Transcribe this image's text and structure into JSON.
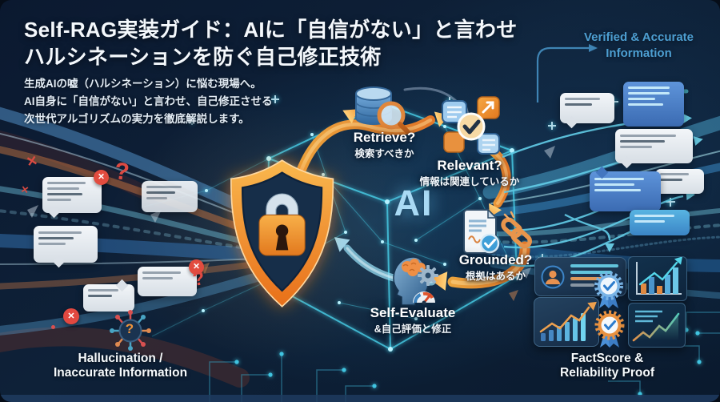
{
  "header": {
    "title_line1": "Self-RAG実装ガイド：AIに「自信がない」と言わせ",
    "title_line2": "ハルシネーションを防ぐ自己修正技術",
    "subtitle_line1": "生成AIの嘘（ハルシネーション）に悩む現場へ。",
    "subtitle_line2": "AI自身に「自信がない」と言わせ、自己修正させる",
    "subtitle_line3": "次世代アルゴリズムの実力を徹底解説します。"
  },
  "center": {
    "ai_label": "AI"
  },
  "flow": {
    "steps": [
      {
        "id": "retrieve",
        "label": "Retrieve?",
        "sublabel": "検索すべきか",
        "icon": "database-search-icon"
      },
      {
        "id": "relevant",
        "label": "Relevant?",
        "sublabel": "情報は関連しているか",
        "icon": "documents-check-icon"
      },
      {
        "id": "grounded",
        "label": "Grounded?",
        "sublabel": "根拠はあるか",
        "icon": "document-link-icon"
      },
      {
        "id": "self-evaluate",
        "label": "Self-Evaluate",
        "sublabel": "&自己評価と修正",
        "icon": "head-gear-gauge-icon"
      }
    ]
  },
  "callouts": {
    "verified_line1": "Verified & Accurate",
    "verified_line2": "Information",
    "hallucination_line1": "Hallucination /",
    "hallucination_line2": "Inaccurate Information",
    "factscore_line1": "FactScore &",
    "factscore_line2": "Reliability Proof"
  },
  "glyphs": {
    "x_mark": "✕",
    "question_mark": "?"
  },
  "colors": {
    "background": "#0d1c30",
    "accent_orange": "#f08a2e",
    "accent_cyan": "#5fd4ee",
    "verified_text": "#4d9fd2",
    "error_red": "#e24c3f",
    "shield_orange": "#ec7420",
    "ai_text": "#a9daf4"
  }
}
